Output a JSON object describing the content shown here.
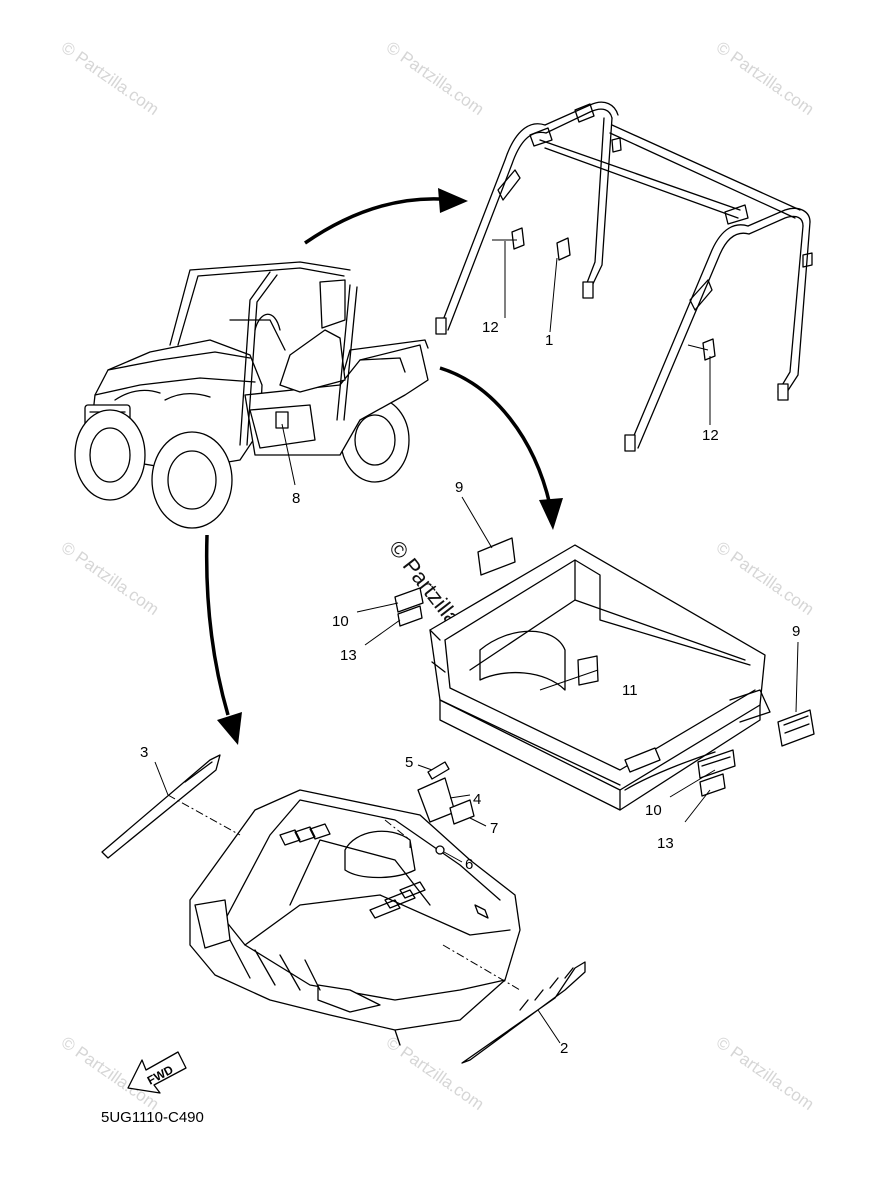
{
  "watermarks": {
    "small": "© Partzilla.com",
    "center": "© Partzilla.com"
  },
  "diagram_code": "5UG1110-C490",
  "fwd_label": "FWD",
  "callouts": {
    "c1": "1",
    "c2": "2",
    "c3": "3",
    "c4": "4",
    "c5": "5",
    "c6": "6",
    "c7": "7",
    "c8": "8",
    "c9a": "9",
    "c9b": "9",
    "c10a": "10",
    "c10b": "10",
    "c11": "11",
    "c12a": "12",
    "c12b": "12",
    "c13a": "13",
    "c13b": "13"
  }
}
